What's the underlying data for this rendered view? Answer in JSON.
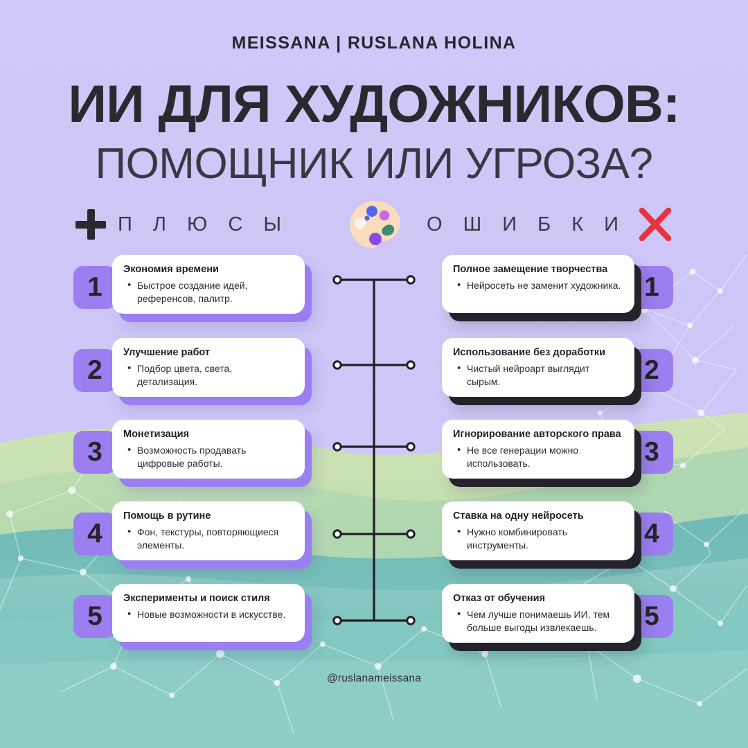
{
  "brand": "MEISSANA | RUSLANA HOLINA",
  "title": {
    "main": "ИИ ДЛЯ ХУДОЖНИКОВ:",
    "sub": "ПОМОЩНИК ИЛИ УГРОЗА?"
  },
  "columns": {
    "left": {
      "label": "П Л Ю С Ы",
      "icon": "plus-icon"
    },
    "right": {
      "label": "О Ш И Б К И",
      "icon": "x-icon"
    }
  },
  "center_icon": "artist-palette-icon",
  "pros": [
    {
      "num": "1",
      "title": "Экономия времени",
      "bullet": "Быстрое создание идей, референсов, палитр."
    },
    {
      "num": "2",
      "title": "Улучшение работ",
      "bullet": "Подбор цвета, света, детализация."
    },
    {
      "num": "3",
      "title": "Монетизация",
      "bullet": "Возможность продавать цифровые работы."
    },
    {
      "num": "4",
      "title": "Помощь в рутине",
      "bullet": "Фон, текстуры, повторяющиеся элементы."
    },
    {
      "num": "5",
      "title": "Эксперименты и поиск стиля",
      "bullet": "Новые возможности в искусстве."
    }
  ],
  "cons": [
    {
      "num": "1",
      "title": "Полное замещение творчества",
      "bullet": "Нейросеть не заменит художника."
    },
    {
      "num": "2",
      "title": "Использование без доработки",
      "bullet": " Чистый нейроарт выглядит сырым."
    },
    {
      "num": "3",
      "title": "Игнорирование авторского права",
      "bullet": " Не все генерации можно использовать."
    },
    {
      "num": "4",
      "title": "Ставка на одну нейросеть",
      "bullet": "Нужно комбинировать инструменты."
    },
    {
      "num": "5",
      "title": "Отказ от обучения",
      "bullet": " Чем лучше понимаешь ИИ, тем больше выгоды извлекаешь."
    }
  ],
  "handle": "@ruslanameissana",
  "colors": {
    "background_lavender": "#cdc6f6",
    "background_green": "#bcd9a8",
    "background_teal": "#7cc3bd",
    "accent_purple": "#9b7ff0",
    "shadow_dark": "#24222a",
    "x_red": "#e8323c",
    "text_dark": "#2b2830",
    "card_white": "#ffffff"
  }
}
